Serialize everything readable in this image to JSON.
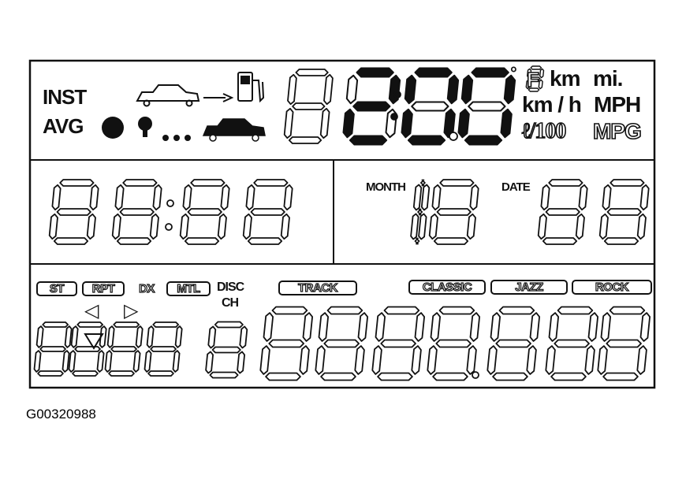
{
  "top_left_labels": {
    "inst": "INST",
    "avg": "AVG"
  },
  "units": {
    "degree": "°",
    "temp_unit": "F",
    "km": "km",
    "mi": "mi.",
    "kmh": "km / h",
    "mph": "MPH",
    "l100": "ℓ/100",
    "mpg": "MPG"
  },
  "mid_labels": {
    "month": "MONTH",
    "date": "DATE"
  },
  "mode_indicators": [
    "ST",
    "RPT",
    "DX",
    "MTL"
  ],
  "disc_label": "DISC",
  "ch_label": "CH",
  "track_label": "TRACK",
  "eq_labels": [
    "CLASSIC",
    "JAZZ",
    "ROCK"
  ],
  "arrows": {
    "left": "◁",
    "right": "▷"
  },
  "main_readout": "2:0.0",
  "figure_id": "G00320988",
  "colors": {
    "ink": "#111111",
    "background": "#ffffff"
  }
}
